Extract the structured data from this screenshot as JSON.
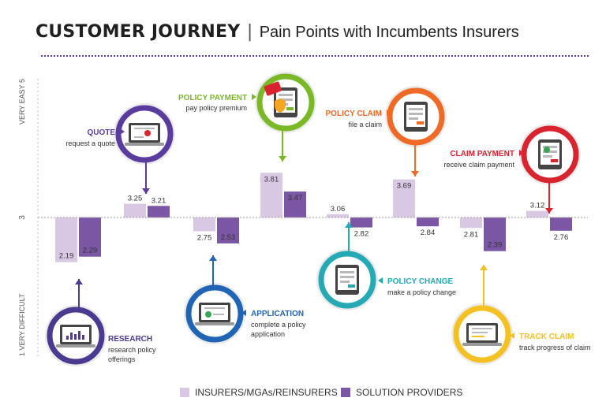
{
  "header": {
    "title_main": "CUSTOMER JOURNEY",
    "separator": "|",
    "title_sub": "Pain Points with Incumbents Insurers"
  },
  "colors": {
    "insurers": "#d9c8e4",
    "providers": "#7a56a5",
    "text_dark": "#333333"
  },
  "chart_data": {
    "type": "bar",
    "categories": [
      "RESEARCH",
      "APPLICATION",
      "QUOTE",
      "POLICY PAYMENT",
      "POLICY CHANGE",
      "POLICY CLAIM",
      "TRACK CLAIM",
      "CLAIM PAYMENT"
    ],
    "series": [
      {
        "name": "INSURERS/MGAs/REINSURERS",
        "values": [
          2.19,
          2.75,
          3.25,
          3.81,
          3.06,
          3.69,
          2.81,
          3.12
        ]
      },
      {
        "name": "SOLUTION PROVIDERS",
        "values": [
          2.29,
          2.53,
          3.21,
          3.47,
          2.82,
          2.84,
          2.39,
          2.76
        ]
      }
    ],
    "value_labels": {
      "insurers": [
        "2.19",
        "2.75",
        "3.25",
        "3.81",
        "3.06",
        "3.69",
        "2.81",
        "3.12"
      ],
      "providers": [
        "2.29",
        "2.53",
        "3.21",
        "3.47",
        "2.82",
        "2.84",
        "2.39",
        "2.76"
      ]
    },
    "baseline": 3,
    "ylim": [
      1,
      5
    ],
    "y_tick_labels": {
      "top": "VERY EASY 5",
      "mid": "3",
      "bottom": "1 VERY DIFFICULT"
    },
    "grid": false,
    "legend_position": "bottom-center"
  },
  "steps": [
    {
      "title": "RESEARCH",
      "desc": [
        "research policy",
        "offerings"
      ],
      "color": "#4b3a8f",
      "side": "below"
    },
    {
      "title": "APPLICATION",
      "desc": [
        "complete a policy",
        "application"
      ],
      "color": "#1f64b5",
      "side": "below"
    },
    {
      "title": "QUOTE",
      "desc": [
        "request a quote"
      ],
      "color": "#5a3c9e",
      "side": "above"
    },
    {
      "title": "POLICY PAYMENT",
      "desc": [
        "pay policy premium"
      ],
      "color": "#7ab828",
      "side": "above"
    },
    {
      "title": "POLICY CHANGE",
      "desc": [
        "make a policy change"
      ],
      "color": "#25a9b5",
      "side": "below"
    },
    {
      "title": "POLICY CLAIM",
      "desc": [
        "file a claim"
      ],
      "color": "#ef6a26",
      "side": "above"
    },
    {
      "title": "TRACK CLAIM",
      "desc": [
        "track progress of claim"
      ],
      "color": "#f5c022",
      "side": "below"
    },
    {
      "title": "CLAIM PAYMENT",
      "desc": [
        "receive claim payment"
      ],
      "color": "#d8242f",
      "side": "above"
    }
  ],
  "icons": [
    "laptop-chart-icon",
    "laptop-check-icon",
    "laptop-quote-icon",
    "tablet-card-icon",
    "tablet-form-icon",
    "tablet-claim-icon",
    "laptop-track-icon",
    "tablet-dollar-icon"
  ]
}
